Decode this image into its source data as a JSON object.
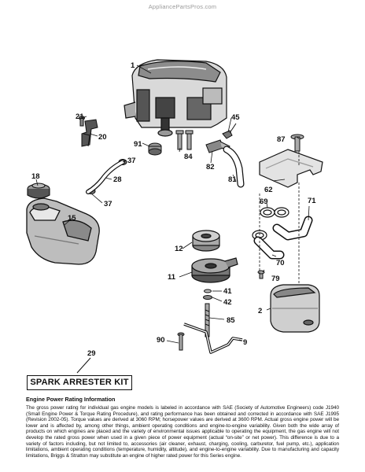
{
  "header": {
    "watermark": "AppliancePartsPros.com"
  },
  "parts": [
    {
      "id": "p1",
      "label": "1"
    },
    {
      "id": "p2",
      "label": "2"
    },
    {
      "id": "p9",
      "label": "9"
    },
    {
      "id": "p11",
      "label": "11"
    },
    {
      "id": "p12",
      "label": "12"
    },
    {
      "id": "p15",
      "label": "15"
    },
    {
      "id": "p18",
      "label": "18"
    },
    {
      "id": "p20",
      "label": "20"
    },
    {
      "id": "p21",
      "label": "21"
    },
    {
      "id": "p28",
      "label": "28"
    },
    {
      "id": "p29",
      "label": "29"
    },
    {
      "id": "p37a",
      "label": "37"
    },
    {
      "id": "p37b",
      "label": "37"
    },
    {
      "id": "p41",
      "label": "41"
    },
    {
      "id": "p42",
      "label": "42"
    },
    {
      "id": "p45",
      "label": "45"
    },
    {
      "id": "p62",
      "label": "62"
    },
    {
      "id": "p69",
      "label": "69"
    },
    {
      "id": "p70",
      "label": "70"
    },
    {
      "id": "p71",
      "label": "71"
    },
    {
      "id": "p79",
      "label": "79"
    },
    {
      "id": "p81",
      "label": "81"
    },
    {
      "id": "p82",
      "label": "82"
    },
    {
      "id": "p84",
      "label": "84"
    },
    {
      "id": "p85",
      "label": "85"
    },
    {
      "id": "p87",
      "label": "87"
    },
    {
      "id": "p90",
      "label": "90"
    },
    {
      "id": "p91",
      "label": "91"
    }
  ],
  "kit": {
    "label": "SPARK ARRESTER KIT"
  },
  "notes": {
    "title": "Engine Power Rating Information",
    "body": "The gross power rating for individual gas engine models is labeled in accordance with SAE (Society of Automotive Engineers) code J1940 (Small Engine Power & Torque Rating Procedure), and rating performance has been obtained and corrected in accordance with SAE J1995 (Revision 2002-05). Torque values are derived at 3060 RPM; horsepower values are derived at 3600 RPM. Actual gross engine power will be lower and is affected by, among other things, ambient operating conditions and engine-to-engine variability. Given both the wide array of products on which engines are placed and the variety of environmental issues applicable to operating the equipment, the gas engine will not develop the rated gross power when used in a given piece of power equipment (actual “on-site” or net power). This difference is due to a variety of factors including, but not limited to, accessories (air cleaner, exhaust, charging, cooling, carburetor, fuel pump, etc.), application limitations, ambient operating conditions (temperature, humidity, altitude), and engine-to-engine variability. Due to manufacturing and capacity limitations, Briggs & Stratton may substitute an engine of higher rated power for this Series engine."
  }
}
